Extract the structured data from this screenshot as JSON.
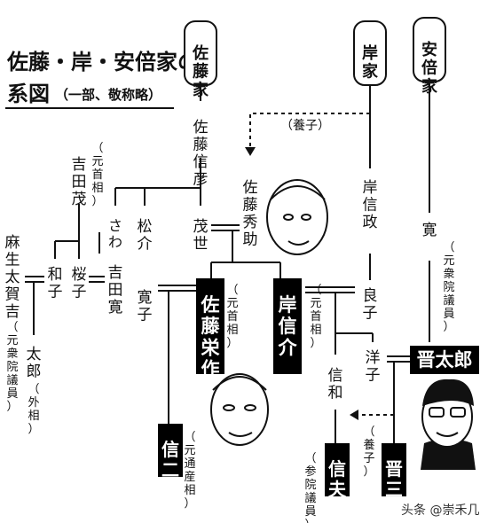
{
  "title": {
    "line1": "佐藤・岸・安倍家の",
    "line2": "系図",
    "note": "（一部、敬称略）"
  },
  "families": {
    "sato": "佐藤家",
    "kishi": "岸家",
    "abe": "安倍家"
  },
  "people": {
    "sato_nobuhiko": "佐藤信彦",
    "sato_hidesuke": "佐藤秀助",
    "moyo": "茂世",
    "matsusuke": "松介",
    "sawa": "さわ",
    "yoshida_shigeru": "吉田茂",
    "yoshida_shigeru_role": "（元首相）",
    "yoshida_hiroshi": "吉田寛",
    "sakurako": "桜子",
    "kazuko": "和子",
    "aso_takakichi": "麻生太賀吉",
    "aso_takakichi_role": "（元衆院議員）",
    "taro": "太郎",
    "taro_role": "（外相）",
    "hiroko": "寛子",
    "sato_eisaku": "佐藤栄作",
    "sato_eisaku_role": "（元首相）",
    "kishi_nobusuke": "岸信介",
    "kishi_nobusuke_role": "（元首相）",
    "kishi_nobumasa": "岸信政",
    "yoshiko": "良子",
    "yoko": "洋子",
    "nobukazu": "信和",
    "shintaro": "晋太郎",
    "hiroshi_abe": "寛",
    "hiroshi_abe_role": "（元衆院議員）",
    "shinji": "信二",
    "shinji_role": "（元通産相）",
    "nobuo": "信夫",
    "nobuo_role": "（参院議員）",
    "shinzo": "晋三"
  },
  "labels": {
    "adopted1": "（養子）",
    "adopted2": "（養子）"
  },
  "watermark": "头条 @崇禾几"
}
